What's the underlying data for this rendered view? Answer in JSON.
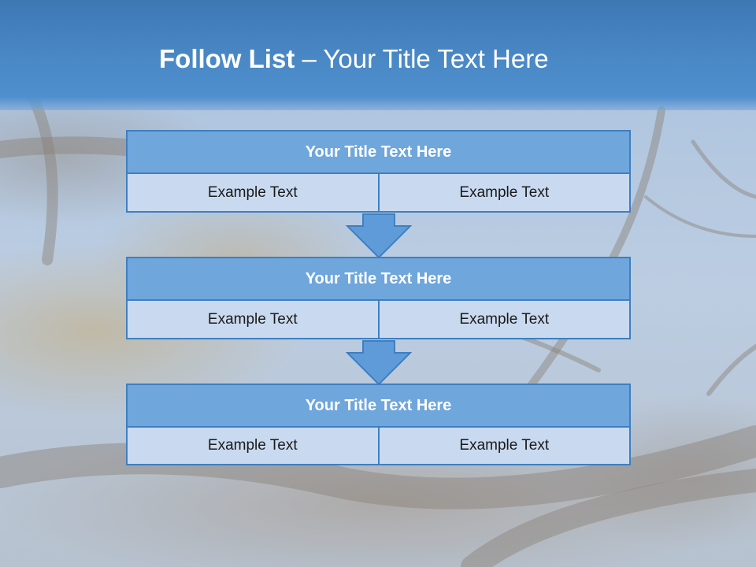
{
  "header": {
    "title_bold": "Follow List",
    "title_rest": "  – Your Title Text Here"
  },
  "steps": [
    {
      "title": "Your Title Text Here",
      "left": "Example Text",
      "right": "Example Text"
    },
    {
      "title": "Your Title Text Here",
      "left": "Example Text",
      "right": "Example Text"
    },
    {
      "title": "Your Title Text Here",
      "left": "Example Text",
      "right": "Example Text"
    }
  ],
  "colors": {
    "header": "#4a88c6",
    "box_title": "#6fa6dc",
    "box_cell": "#c9daf0",
    "border": "#3f7fc0"
  }
}
